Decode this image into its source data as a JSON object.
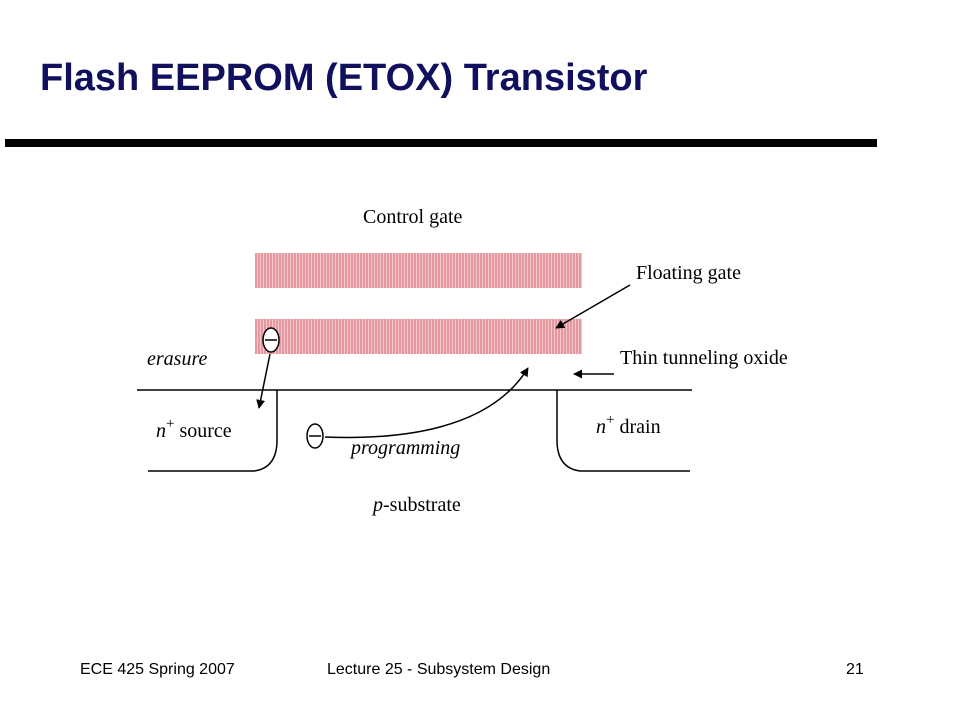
{
  "slide": {
    "title": "Flash EEPROM (ETOX) Transistor"
  },
  "diagram": {
    "control_gate_label": "Control gate",
    "floating_gate_label": "Floating gate",
    "oxide_label": "Thin tunneling oxide",
    "erasure_label": "erasure",
    "programming_label": "programming",
    "source_superscript": "n",
    "source_plus": "+",
    "source_label": " source",
    "drain_superscript": "n",
    "drain_plus": "+",
    "drain_label": " drain",
    "substrate_p": "p",
    "substrate_label": "-substrate",
    "gate_fill_color": "#e8a0a8"
  },
  "footer": {
    "course": "ECE 425 Spring 2007",
    "lecture": "Lecture 25 - Subsystem Design",
    "page_number": "21"
  }
}
